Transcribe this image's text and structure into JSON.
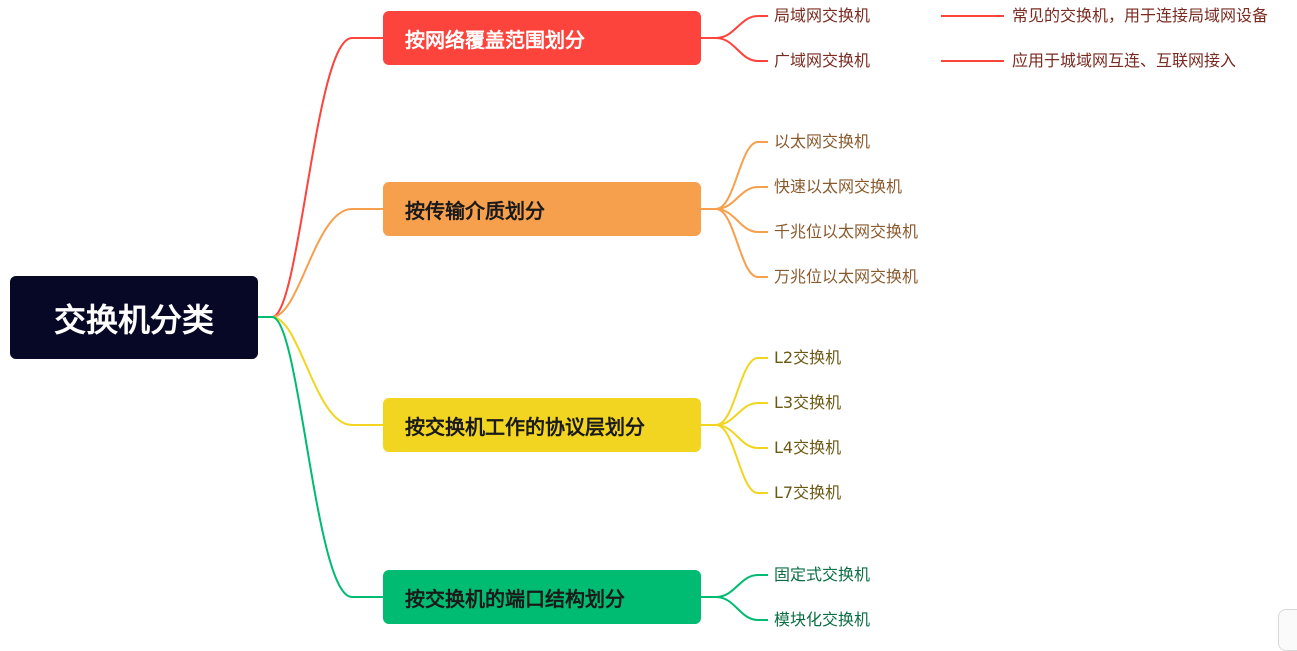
{
  "root": {
    "label": "交换机分类"
  },
  "branches": [
    {
      "label": "按网络覆盖范围划分",
      "color": "#fc433c",
      "leaves": [
        {
          "label": "局域网交换机",
          "note": "常见的交换机，用于连接局域网设备"
        },
        {
          "label": "广域网交换机",
          "note": "应用于城域网互连、互联网接入"
        }
      ]
    },
    {
      "label": "按传输介质划分",
      "color": "#f6a04d",
      "leaves": [
        {
          "label": "以太网交换机"
        },
        {
          "label": "快速以太网交换机"
        },
        {
          "label": "千兆位以太网交换机"
        },
        {
          "label": "万兆位以太网交换机"
        }
      ]
    },
    {
      "label": "按交换机工作的协议层划分",
      "color": "#f1d521",
      "leaves": [
        {
          "label": "L2交换机"
        },
        {
          "label": "L3交换机"
        },
        {
          "label": "L4交换机"
        },
        {
          "label": "L7交换机"
        }
      ]
    },
    {
      "label": "按交换机的端口结构划分",
      "color": "#00bb72",
      "leaves": [
        {
          "label": "固定式交换机"
        },
        {
          "label": "模块化交换机"
        }
      ]
    }
  ]
}
